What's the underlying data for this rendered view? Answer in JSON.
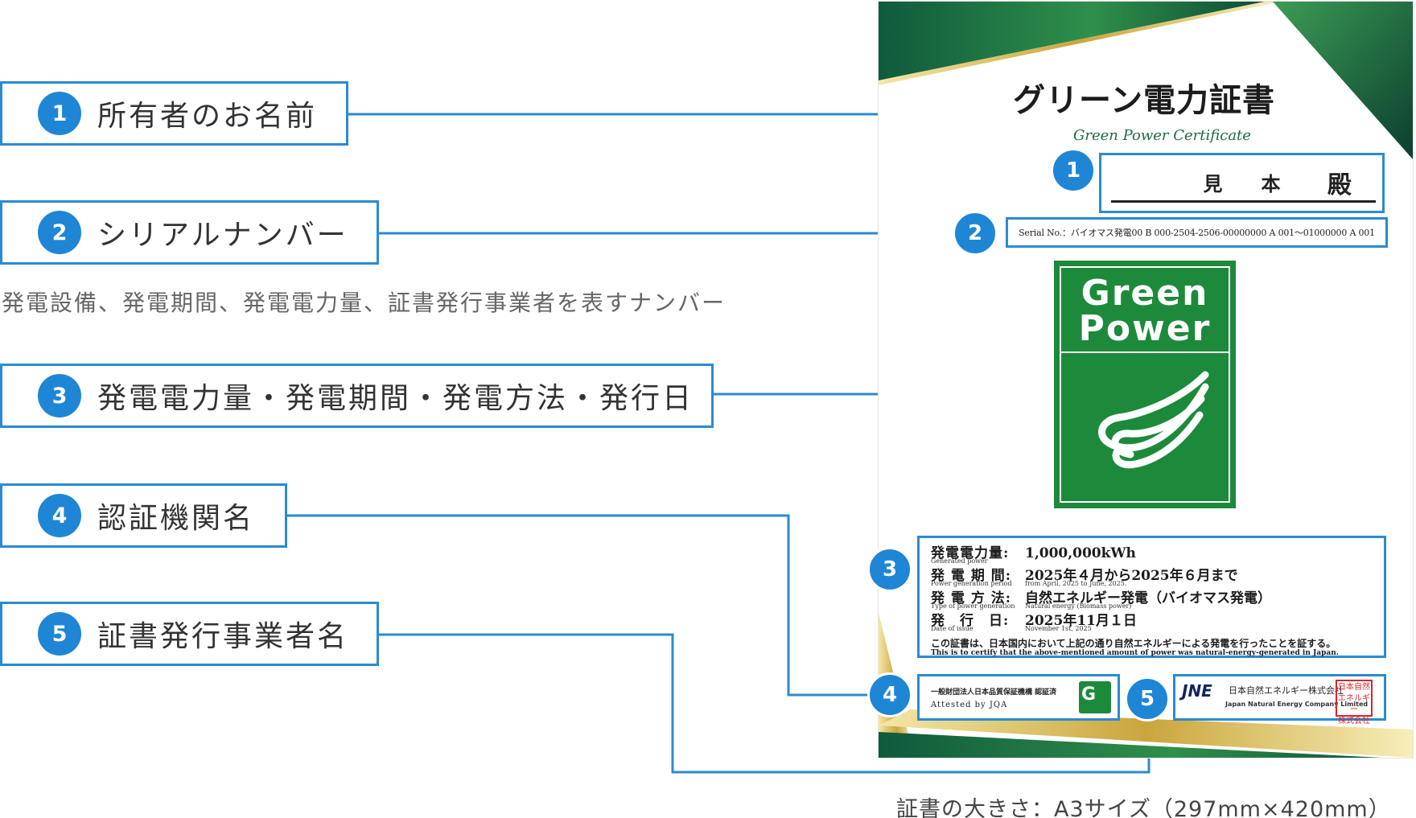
{
  "callouts": [
    {
      "number": "1",
      "label": "所有者のお名前"
    },
    {
      "number": "2",
      "label": "シリアルナンバー"
    },
    {
      "number": "3",
      "label": "発電電力量・発電期間・発電方法・発行日"
    },
    {
      "number": "4",
      "label": "認証機関名"
    },
    {
      "number": "5",
      "label": "証書発行事業者名"
    }
  ],
  "serial_note": "発電設備、発電期間、発電電力量、証書発行事業者を表すナンバー",
  "certificate": {
    "title": "グリーン電力証書",
    "subtitle": "Green Power Certificate",
    "name_text": "見　　本",
    "honorific": "殿",
    "serial": "Serial No.：バイオマス発電00 B 000-2504-2506-00000000 A 001～01000000 A 001",
    "logo_line1": "Green",
    "logo_line2": "Power",
    "rows": [
      {
        "label": "発電電力量:",
        "label_en": "Generated power",
        "value": "1,000,000kWh",
        "value_en": ""
      },
      {
        "label": "発 電 期 間:",
        "label_en": "Power generation period",
        "value": "2025年４月から2025年６月まで",
        "value_en": "from April, 2025 to June, 2025."
      },
      {
        "label": "発 電 方 法:",
        "label_en": "Type of power generation",
        "value": "自然エネルギー発電（バイオマス発電）",
        "value_en": "Natural energy (Biomass power)"
      },
      {
        "label": "発　行　日:",
        "label_en": "Date of issue",
        "value": "2025年11月１日",
        "value_en": "November 1st, 2025"
      }
    ],
    "statement": "この証書は、日本国内において上記の通り自然エネルギーによる発電を行ったことを証する。",
    "statement_en": "This is to certify that the above-mentioned amount of power was natural-energy-generated in Japan.",
    "jqa_text": "一般財団法人日本品質保証機構 認証済",
    "jqa_en": "Attested by JQA",
    "jne_logo": "JNE",
    "jne_name": "日本自然エネルギー株式会社",
    "jne_en": "Japan Natural Energy Company Limited",
    "seal_text": "日本自然エネルギー株式会社"
  },
  "size_note": "証書の大きさ：A3サイズ（297mm×420mm）",
  "colors": {
    "accent": "#2a8bd1",
    "badge": "#1f86d6",
    "green": "#1c8a3a",
    "gold": "#c9a43b"
  }
}
